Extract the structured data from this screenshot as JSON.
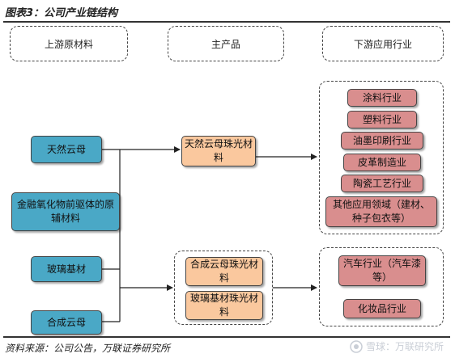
{
  "title": "图表3：公司产业链结构",
  "source": "资料来源：公司公告，万联证券研究所",
  "watermark": "雪球：万联研究所",
  "headers": {
    "upstream": "上游原材料",
    "product": "主产品",
    "downstream": "下游应用行业"
  },
  "upstream": [
    "天然云母",
    "金融氧化物前驱体的原辅材料",
    "玻璃基材",
    "合成云母"
  ],
  "products": [
    "天然云母珠光材料",
    "合成云母珠光材料",
    "玻璃基材珠光材料"
  ],
  "downstream_natural": [
    "涂料行业",
    "塑料行业",
    "油墨印刷行业",
    "皮革制造业",
    "陶瓷工艺行业",
    "其他应用领域（建材、种子包衣等）"
  ],
  "downstream_synthetic": [
    "汽车行业（汽车漆等）",
    "化妆品行业"
  ],
  "colors": {
    "upstream_fill": "#4aa8c6",
    "product_fill": "#fac89e",
    "downstream_fill": "#d98e8e"
  }
}
